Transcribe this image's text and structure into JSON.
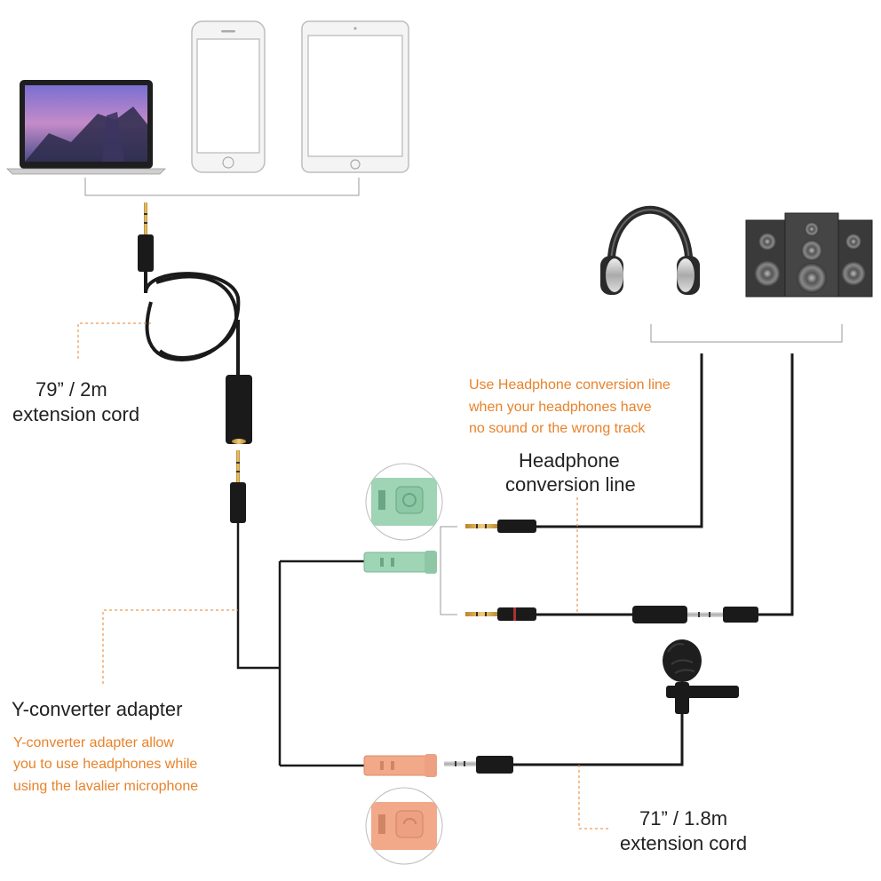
{
  "labels": {
    "extension_2m_line1": "79” / 2m",
    "extension_2m_line2": "extension cord",
    "headphone_tip_line1": "Use Headphone conversion line",
    "headphone_tip_line2": "when your headphones have",
    "headphone_tip_line3": "no sound or the wrong track",
    "headphone_title_line1": "Headphone",
    "headphone_title_line2": "conversion line",
    "y_title": "Y-converter adapter",
    "y_desc_line1": "Y-converter adapter allow",
    "y_desc_line2": "you to use headphones while",
    "y_desc_line3": "using the lavalier microphone",
    "extension_18m_line1": "71” / 1.8m",
    "extension_18m_line2": "extension cord"
  },
  "colors": {
    "accent_orange": "#e8822a",
    "text_dark": "#222222",
    "cable": "#1a1a1a",
    "green_jack": "#9fd4b4",
    "pink_jack": "#f2a98a",
    "gold": "#d9a441"
  },
  "devices": [
    "laptop",
    "smartphone",
    "tablet",
    "headphones",
    "speakers",
    "lavalier-microphone"
  ]
}
